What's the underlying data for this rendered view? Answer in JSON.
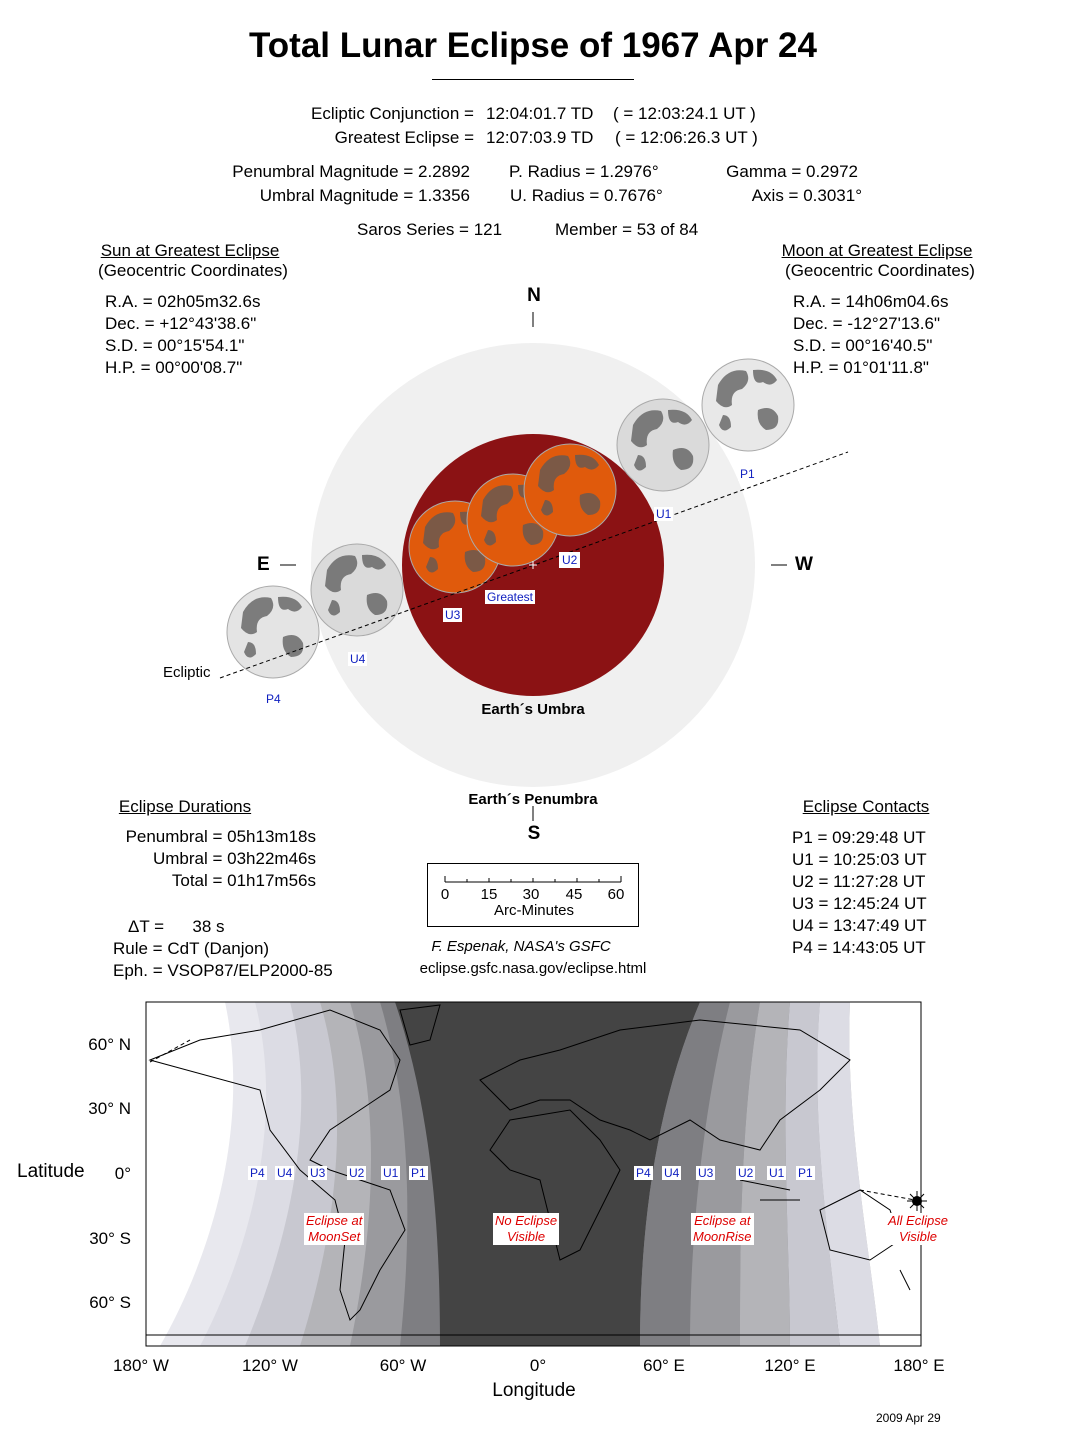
{
  "title": "Total Lunar Eclipse of  1967 Apr 24",
  "header": {
    "conj_label": "Ecliptic Conjunction =",
    "conj_td": "12:04:01.7 TD",
    "conj_ut": "( = 12:03:24.1 UT )",
    "greatest_label": "Greatest Eclipse =",
    "greatest_td": "12:07:03.9 TD",
    "greatest_ut": "( = 12:06:26.3 UT )",
    "pen_mag": "Penumbral Magnitude =  2.2892",
    "umb_mag": "Umbral Magnitude =  1.3356",
    "p_radius": "P. Radius = 1.2976°",
    "u_radius": "U. Radius = 0.7676°",
    "gamma": "Gamma =  0.2972",
    "axis": "Axis =  0.3031°",
    "saros": "Saros Series = 121",
    "member": "Member = 53 of 84"
  },
  "sun": {
    "title": "Sun at Greatest Eclipse",
    "sub": "(Geocentric Coordinates)",
    "lines": [
      "R.A. =  02h05m32.6s",
      "Dec. = +12°43'38.6\"",
      "S.D. =  00°15'54.1\"",
      "H.P. =  00°00'08.7\""
    ]
  },
  "moon": {
    "title": "Moon at Greatest Eclipse",
    "sub": "(Geocentric Coordinates)",
    "lines": [
      "R.A. =  14h06m04.6s",
      "Dec. = -12°27'13.6\"",
      "S.D. =  00°16'40.5\"",
      "H.P. =  01°01'11.8\""
    ]
  },
  "diagram": {
    "north": "N",
    "south": "S",
    "east": "E",
    "west": "W",
    "ecliptic": "Ecliptic",
    "umbra": "Earth´s Umbra",
    "penumbra": "Earth´s Penumbra",
    "contacts": [
      "P1",
      "U1",
      "U2",
      "Greatest",
      "U3",
      "U4",
      "P4"
    ],
    "colors": {
      "umbra": "#8b1214",
      "penumbra": "#f0f0f0",
      "moon_eclipsed": "#e05a0c"
    }
  },
  "durations": {
    "title": "Eclipse Durations",
    "lines": [
      "Penumbral = 05h13m18s",
      "Umbral = 03h22m46s",
      "Total = 01h17m56s"
    ],
    "delta_t": "ΔT =      38 s",
    "rule": "Rule = CdT (Danjon)",
    "eph": "Eph. = VSOP87/ELP2000-85"
  },
  "scale": {
    "ticks": [
      "0",
      "15",
      "30",
      "45",
      "60"
    ],
    "unit": "Arc-Minutes"
  },
  "credit": {
    "author": "F. Espenak, NASA's GSFC",
    "url": "eclipse.gsfc.nasa.gov/eclipse.html"
  },
  "contacts": {
    "title": "Eclipse Contacts",
    "lines": [
      "P1 = 09:29:48 UT",
      "U1 = 10:25:03 UT",
      "U2 = 11:27:28 UT",
      "U3 = 12:45:24 UT",
      "U4 = 13:47:49 UT",
      "P4 = 14:43:05 UT"
    ]
  },
  "map": {
    "lat_labels": [
      "60° N",
      "30° N",
      "0°",
      "30° S",
      "60° S"
    ],
    "lon_labels": [
      "180° W",
      "120° W",
      "60° W",
      "0°",
      "60° E",
      "120° E",
      "180° E"
    ],
    "ylabel": "Latitude",
    "xlabel": "Longitude",
    "left_contacts": [
      "P4",
      "U4",
      "U3",
      "U2",
      "U1",
      "P1"
    ],
    "right_contacts": [
      "P4",
      "U4",
      "U3",
      "U2",
      "U1",
      "P1"
    ],
    "moonset": [
      "Eclipse at",
      "MoonSet"
    ],
    "none": [
      "No Eclipse",
      "Visible"
    ],
    "moonrise": [
      "Eclipse at",
      "MoonRise"
    ],
    "all": [
      "All Eclipse",
      "Visible"
    ]
  },
  "date": "2009 Apr 29"
}
